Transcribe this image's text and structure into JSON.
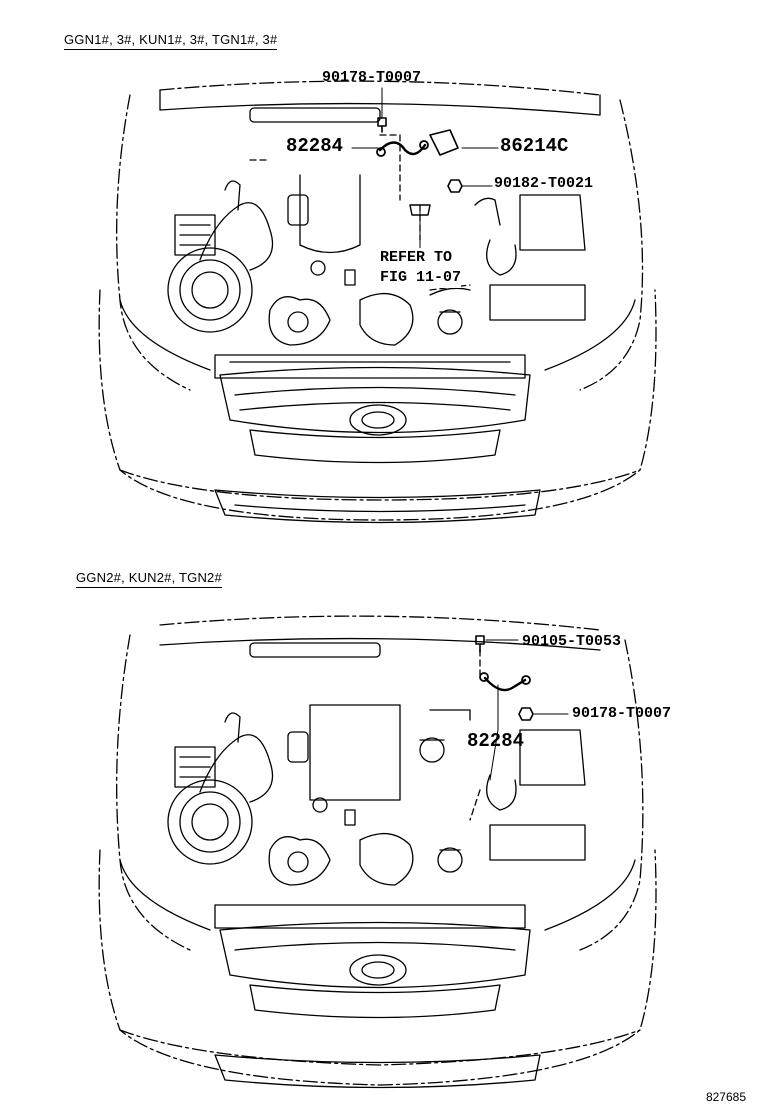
{
  "top_panel": {
    "model_label": "GGN1#, 3#, KUN1#, 3#, TGN1#, 3#",
    "parts": {
      "bolt": "90178-T0007",
      "cable": "82284",
      "bracket": "86214C",
      "nut": "90182-T0021"
    },
    "note_line1": "REFER TO",
    "note_line2": "FIG 11-07"
  },
  "bottom_panel": {
    "model_label": "GGN2#, KUN2#, TGN2#",
    "parts": {
      "bolt": "90105-T0053",
      "nut": "90178-T0007",
      "cable": "82284"
    }
  },
  "figure_id": "827685"
}
